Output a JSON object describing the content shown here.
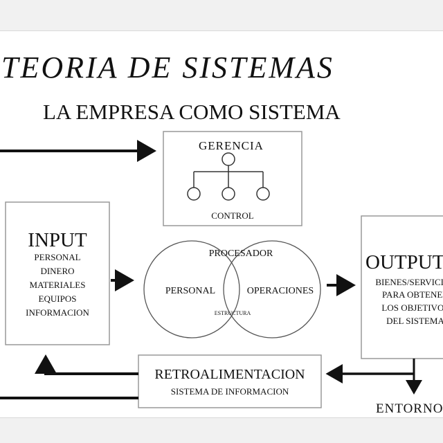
{
  "title": "TEORIA DE SISTEMAS",
  "subtitle": "LA EMPRESA COMO SISTEMA",
  "gerencia": {
    "label": "GERENCIA",
    "control": "CONTROL"
  },
  "input": {
    "heading": "INPUT",
    "items": [
      "PERSONAL",
      "DINERO",
      "MATERIALES",
      "EQUIPOS",
      "INFORMACION"
    ]
  },
  "procesador": {
    "label": "PROCESADOR",
    "left": "PERSONAL",
    "right": "OPERACIONES",
    "center": "ESTRUCTURA"
  },
  "output": {
    "heading": "OUTPUT",
    "lines": [
      "BIENES/SERVICIOS",
      "PARA OBTENER",
      "LOS OBJETIVOS",
      "DEL SISTEMA"
    ]
  },
  "feedback": {
    "label": "RETROALIMENTACION",
    "sublabel": "SISTEMA DE INFORMACION"
  },
  "environment": "ENTORNO"
}
